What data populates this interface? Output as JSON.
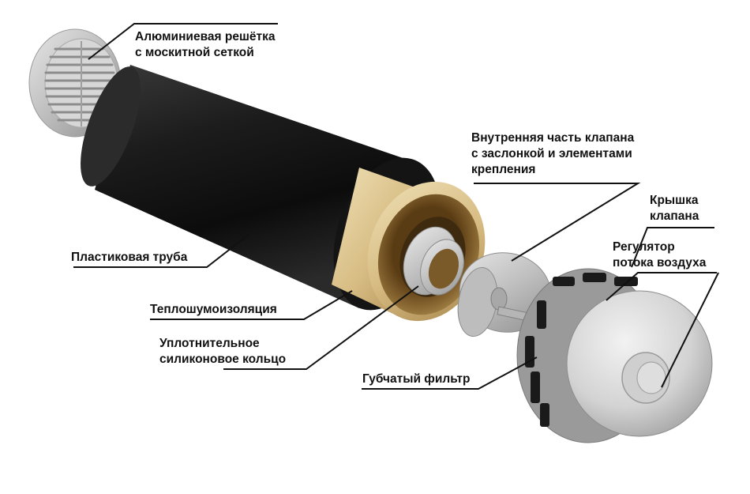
{
  "labels": {
    "grille": {
      "line1": "Алюминиевая решётка",
      "line2": "с москитной сеткой"
    },
    "inner_part": {
      "line1": "Внутренняя часть клапана",
      "line2": "с заслонкой и элементами",
      "line3": "крепления"
    },
    "cover": {
      "line1": "Крышка",
      "line2": "клапана"
    },
    "regulator": {
      "line1": "Регулятор",
      "line2": "потока воздуха"
    },
    "pipe": "Пластиковая труба",
    "insulation": "Теплошумоизоляция",
    "seal_ring": {
      "line1": "Уплотнительное",
      "line2": "силиконовое кольцо"
    },
    "sponge_filter": "Губчатый фильтр"
  },
  "colors": {
    "pipe": "#1b1b1b",
    "insulation": "#d9c08a",
    "ring": "#6e4e22",
    "metal": "#c8c8c8",
    "line": "#111111"
  }
}
